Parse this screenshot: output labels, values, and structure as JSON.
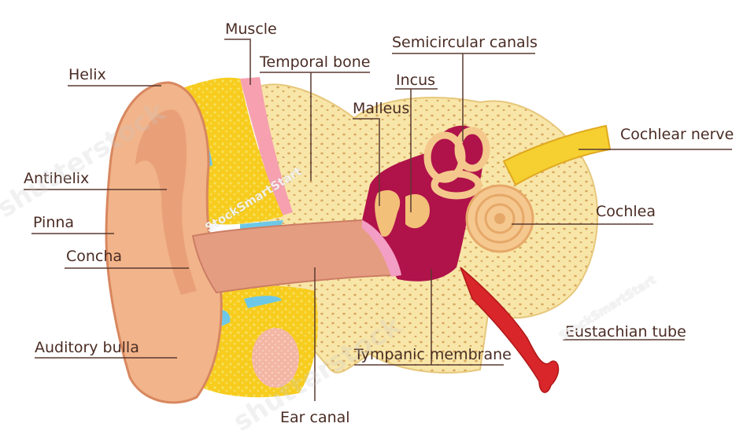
{
  "labels": {
    "helix": "Helix",
    "antihelix": "Antihelix",
    "pinna": "Pinna",
    "concha": "Concha",
    "auditory_bulla": "Auditory bulla",
    "muscle": "Muscle",
    "temporal_bone": "Temporal bone",
    "malleus": "Malleus",
    "incus": "Incus",
    "semicircular_canals": "Semicircular canals",
    "cochlear_nerve": "Cochlear nerve",
    "cochlea": "Cochlea",
    "eustachian_tube": "Eustachian tube",
    "tympanic_membrane": "Tympanic membrane",
    "ear_canal": "Ear canal"
  },
  "watermarks": {
    "stock_name": "StockSmartStart",
    "shutterstock": "shutterstock"
  },
  "colors": {
    "text": "#4a2c24",
    "leader_line": "#5a3a30",
    "skin": "#f2b48a",
    "bone": "#f7e3a0",
    "muscle": "#f6a0b0",
    "cavity": "#b0124a",
    "eustachian": "#d8262a",
    "nerve": "#f5d030"
  }
}
